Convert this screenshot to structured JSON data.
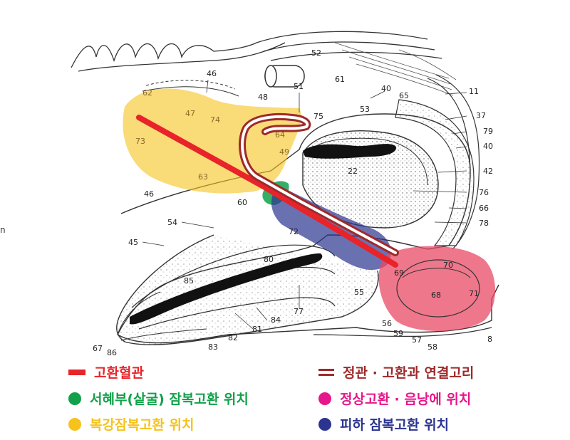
{
  "edge_fragment": "n",
  "diagram": {
    "labels": [
      "52",
      "46",
      "61",
      "48",
      "51",
      "40",
      "11",
      "53",
      "65",
      "62",
      "47",
      "74",
      "75",
      "37",
      "79",
      "73",
      "64",
      "49",
      "40",
      "22",
      "42",
      "46",
      "63",
      "76",
      "60",
      "66",
      "54",
      "72",
      "78",
      "45",
      "80",
      "85",
      "69",
      "70",
      "55",
      "68",
      "71",
      "77",
      "84",
      "81",
      "56",
      "59",
      "82",
      "57",
      "83",
      "8",
      "58",
      "67",
      "86"
    ]
  },
  "legend": {
    "items": [
      {
        "label": "고환혈관",
        "color": "#e8232a",
        "marker": "bar"
      },
      {
        "label": "정관 · 고환과 연결고리",
        "color": "#9e2a2b",
        "marker": "double-line"
      },
      {
        "label": "서혜부(샅굴) 잠복고환 위치",
        "color": "#12a14a",
        "marker": "dot"
      },
      {
        "label": "정상고환 · 음낭에 위치",
        "color": "#e6178a",
        "marker": "dot"
      },
      {
        "label": "복강잠복고환 위치",
        "color": "#f5c31c",
        "marker": "dot"
      },
      {
        "label": "피하 잠복고환 위치",
        "color": "#2b3590",
        "marker": "dot"
      }
    ]
  }
}
